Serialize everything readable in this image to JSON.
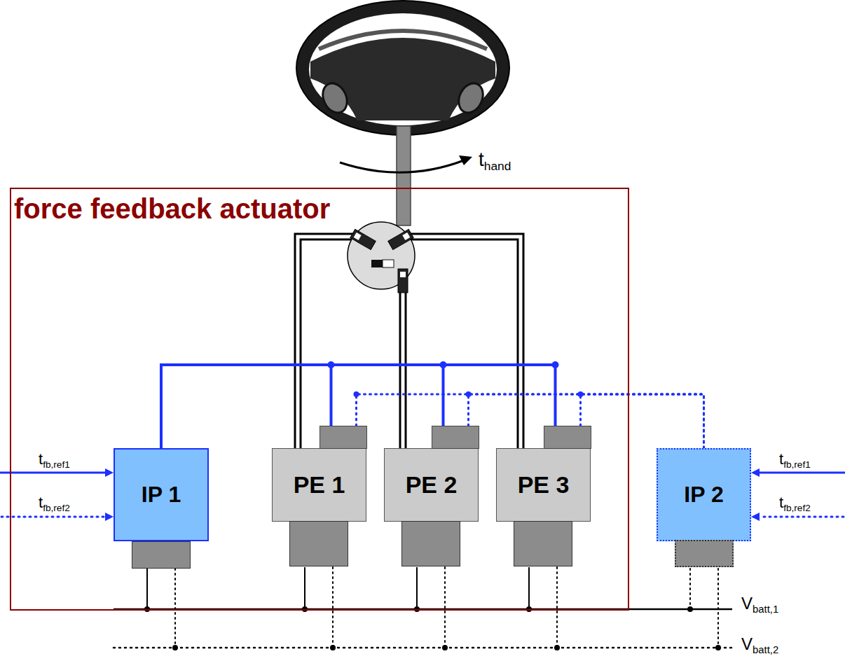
{
  "diagram": {
    "nodes": [
      {
        "text": [
          "force feedback actuator"
        ]
      },
      {
        "text": [
          "IP 1"
        ],
        "in": 0
      },
      {
        "text": [
          "PE 1"
        ],
        "in": 0
      },
      {
        "text": [
          "PE 2"
        ],
        "in": 0
      },
      {
        "text": [
          "PE 3"
        ],
        "in": 0
      },
      {
        "text": [
          "IP 2"
        ]
      }
    ],
    "edges": [
      {
        "from": 1,
        "to": 2,
        "arrow": "none"
      },
      {
        "from": 1,
        "to": 3,
        "arrow": "none"
      },
      {
        "from": 1,
        "to": 4,
        "arrow": "none"
      },
      {
        "from": 5,
        "to": 2,
        "arrow": "none"
      },
      {
        "from": 5,
        "to": 3,
        "arrow": "none"
      },
      {
        "from": 5,
        "to": 4,
        "arrow": "none"
      }
    ],
    "labels": [
      "thand",
      "tfb,ref1",
      "tfb,ref2",
      "tfb,ref1",
      "tfb,ref2",
      "Vbatt,1",
      "Vbatt,2"
    ]
  }
}
